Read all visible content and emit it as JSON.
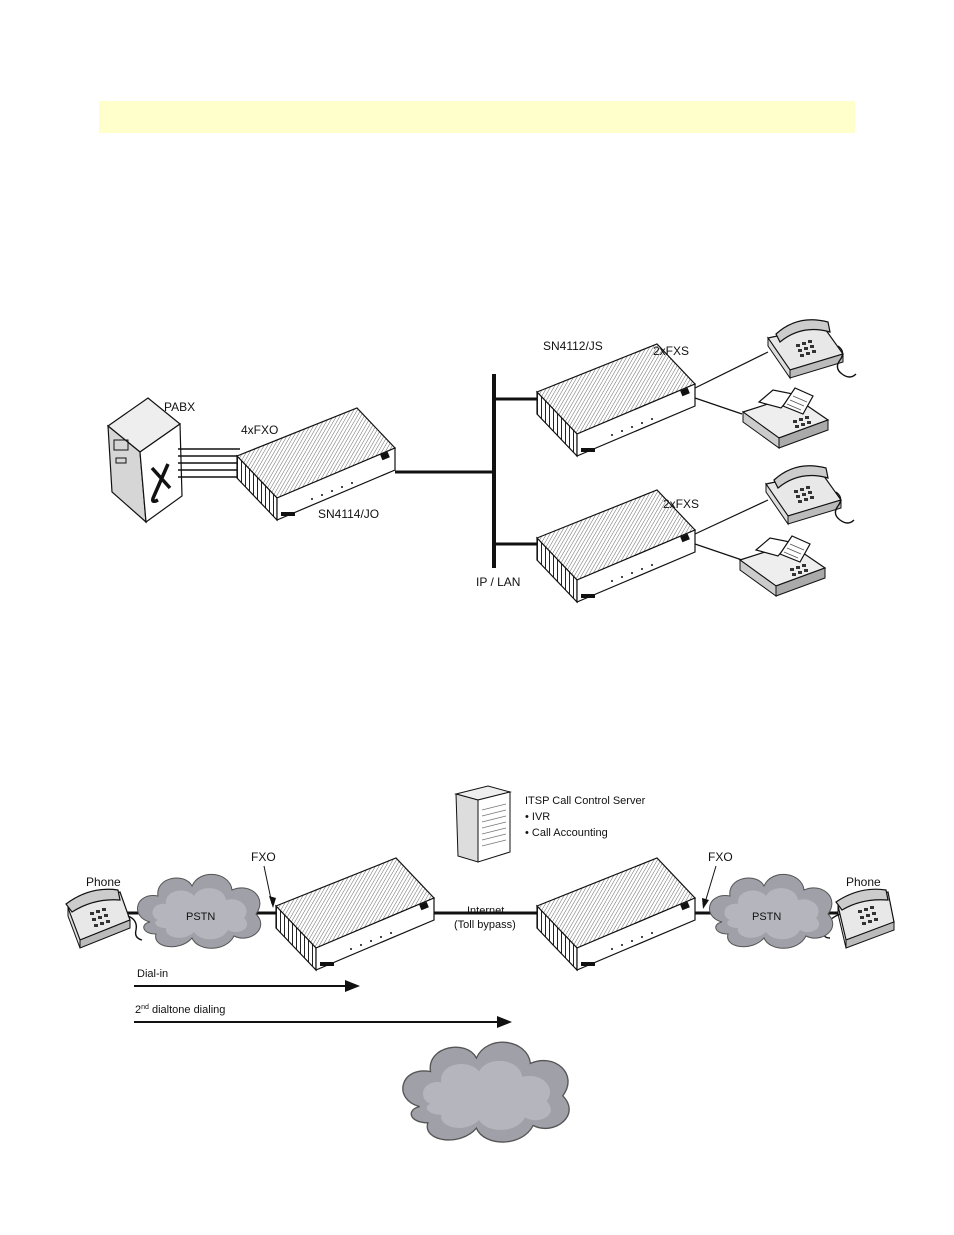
{
  "diagram1": {
    "pabx_label": "PABX",
    "fxo_label": "4xFXO",
    "gateway_main_label": "SN4114/JO",
    "gateway_top_label": "SN4112/JS",
    "fxs_top_label": "2xFXS",
    "fxs_bottom_label": "2xFXS",
    "lan_label": "IP / LAN"
  },
  "diagram2": {
    "server_title": "ITSP Call Control Server",
    "server_bullet1": "• IVR",
    "server_bullet2": "• Call Accounting",
    "phone_left_label": "Phone",
    "phone_right_label": "Phone",
    "pstn_left_label": "PSTN",
    "pstn_right_label": "PSTN",
    "internet_line1": "Internet",
    "internet_line2": "(Toll bypass)",
    "fxo_left_label": "FXO",
    "fxo_right_label": "FXO",
    "arrow1_label": "Dial-in",
    "arrow2_prefix": "2",
    "arrow2_sup": "nd",
    "arrow2_suffix": " dialtone dialing"
  }
}
